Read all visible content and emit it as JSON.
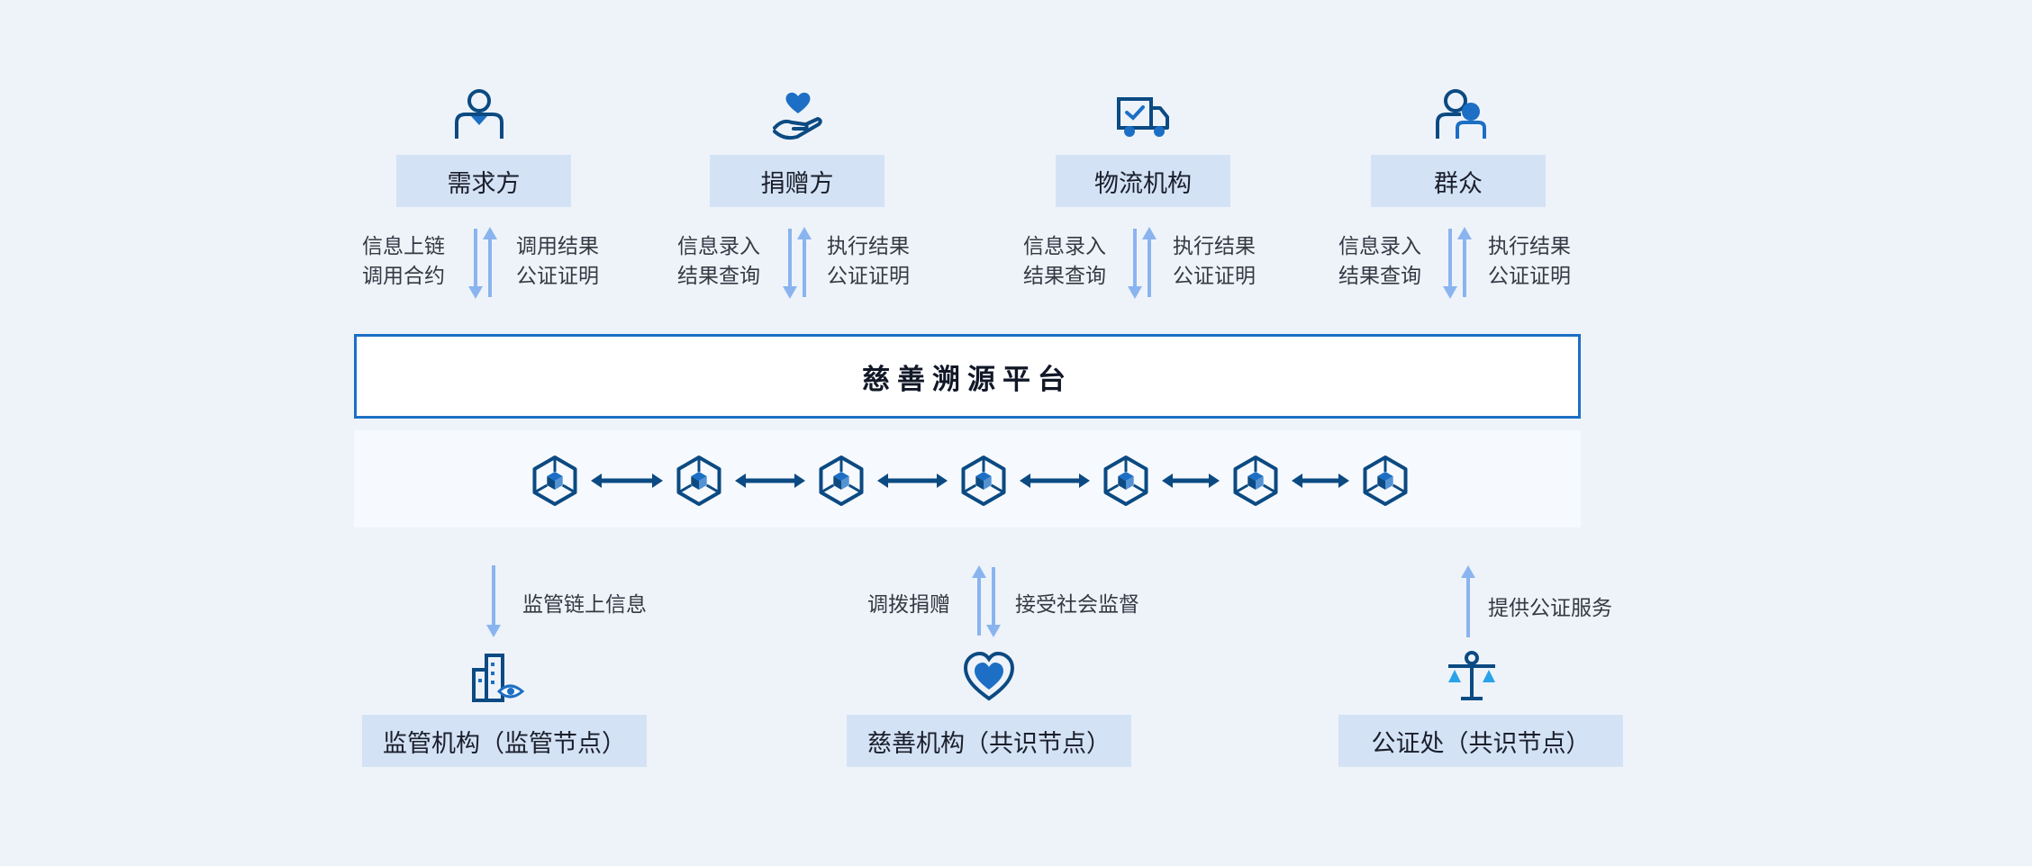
{
  "roles": [
    {
      "name": "需求方",
      "icon": "person-badge-icon",
      "down": [
        "信息上链",
        "调用合约"
      ],
      "up": [
        "调用结果",
        "公证证明"
      ]
    },
    {
      "name": "捐赠方",
      "icon": "hand-heart-icon",
      "down": [
        "信息录入",
        "结果查询"
      ],
      "up": [
        "执行结果",
        "公证证明"
      ]
    },
    {
      "name": "物流机构",
      "icon": "delivery-truck-icon",
      "down": [
        "信息录入",
        "结果查询"
      ],
      "up": [
        "执行结果",
        "公证证明"
      ]
    },
    {
      "name": "群众",
      "icon": "public-person-icon",
      "down": [
        "信息录入",
        "结果查询"
      ],
      "up": [
        "执行结果",
        "公证证明"
      ]
    }
  ],
  "platform": {
    "title": "慈善溯源平台"
  },
  "chain": {
    "block_icon": "cube-block-icon",
    "link_icon": "double-arrow-icon",
    "block_count": 7
  },
  "nodes": [
    {
      "name": "监管机构（监管节点）",
      "icon": "building-eye-icon",
      "labels": [
        "监管链上信息"
      ]
    },
    {
      "name": "慈善机构（共识节点）",
      "icon": "heart-icon",
      "labels": [
        "调拨捐赠",
        "接受社会监督"
      ]
    },
    {
      "name": "公证处（共识节点）",
      "icon": "scale-balance-icon",
      "labels": [
        "提供公证服务"
      ]
    }
  ],
  "colors": {
    "background": "#eef3fa",
    "box_fill": "#d4e2f5",
    "arrow": "#8ab4ef",
    "dark_blue": "#0b4a82",
    "accent_blue": "#1c6fc4"
  }
}
